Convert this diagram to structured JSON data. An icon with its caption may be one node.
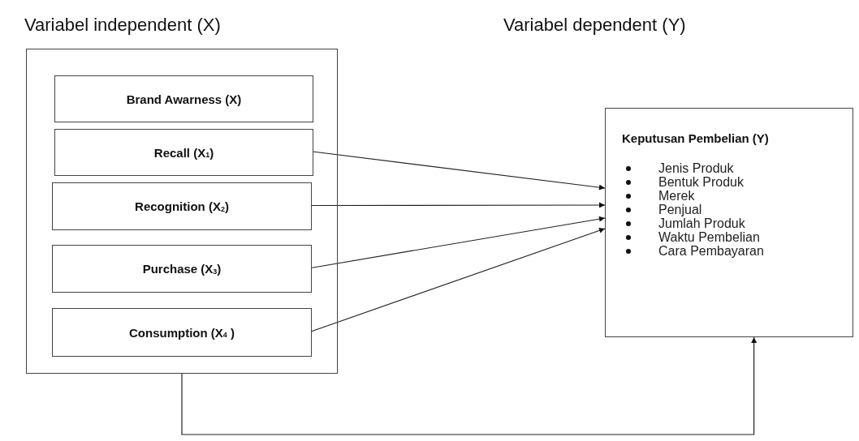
{
  "diagram": {
    "nodes": [
      {
        "text": [],
        "shape": "box"
      },
      {
        "text": [
          "Brand Awarness (X)"
        ],
        "in": 0
      },
      {
        "text": [
          "Recall (X$_{1}$)"
        ],
        "in": 0
      },
      {
        "text": [
          "Recognition (X$_{2}$)"
        ],
        "in": 0
      },
      {
        "text": [
          "Purchase (X$_{3}$)"
        ],
        "in": 0
      },
      {
        "text": [
          "Consumption (X$_{4}$ )"
        ],
        "in": 0
      },
      {
        "text": [
          "Keputusan Pembelian (Y)",
          "Jenis Produk",
          "Bentuk Produk",
          "Merek",
          "Penjual",
          "Jumlah Produk",
          "Waktu Pembelian",
          "Cara Pembayaran"
        ]
      }
    ],
    "edges": [
      {
        "from": 2,
        "to": 6,
        "arrow": "to"
      },
      {
        "from": 3,
        "to": 6,
        "arrow": "to"
      },
      {
        "from": 4,
        "to": 6,
        "arrow": "to"
      },
      {
        "from": 5,
        "to": 6,
        "arrow": "to"
      },
      {
        "from": 0,
        "to": 6,
        "arrow": "to"
      }
    ],
    "labels": [
      "Variabel independent (X)",
      "Variabel dependent (Y)"
    ]
  }
}
